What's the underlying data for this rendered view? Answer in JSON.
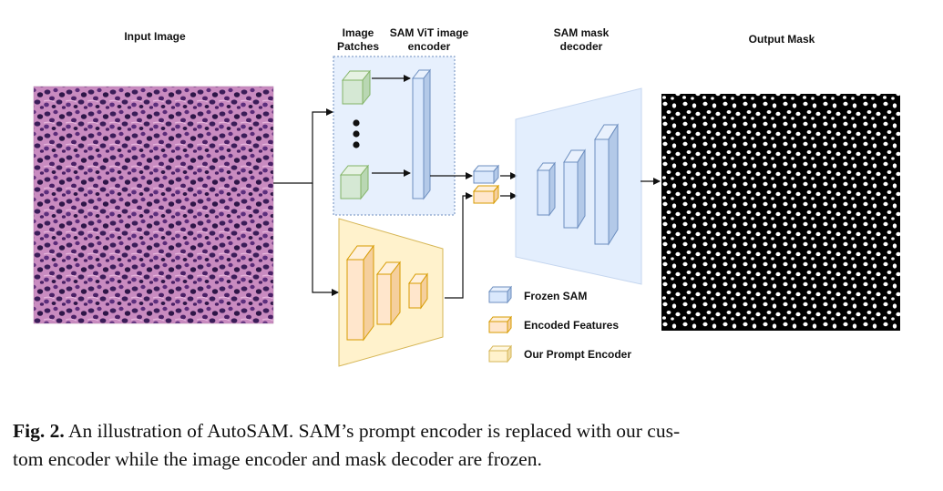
{
  "labels": {
    "input_image": "Input Image",
    "image_patches": [
      "Image",
      "Patches"
    ],
    "sam_vit": [
      "SAM ViT image",
      "encoder"
    ],
    "mask_decoder": [
      "SAM mask",
      "decoder"
    ],
    "output_mask": "Output Mask"
  },
  "legend": [
    {
      "label": "Frozen SAM",
      "color": "#dae8fc",
      "stroke": "#6c8ebf"
    },
    {
      "label": "Encoded Features",
      "color": "#ffe6cc",
      "stroke": "#d79b00"
    },
    {
      "label": "Our Prompt Encoder",
      "color": "#fff2cc",
      "stroke": "#d6b656"
    }
  ],
  "caption": {
    "prefix": "Fig. 2.",
    "line1": "An illustration of AutoSAM. SAM’s prompt encoder is replaced with our cus-",
    "line2": "tom encoder while the image encoder and mask decoder are frozen."
  }
}
